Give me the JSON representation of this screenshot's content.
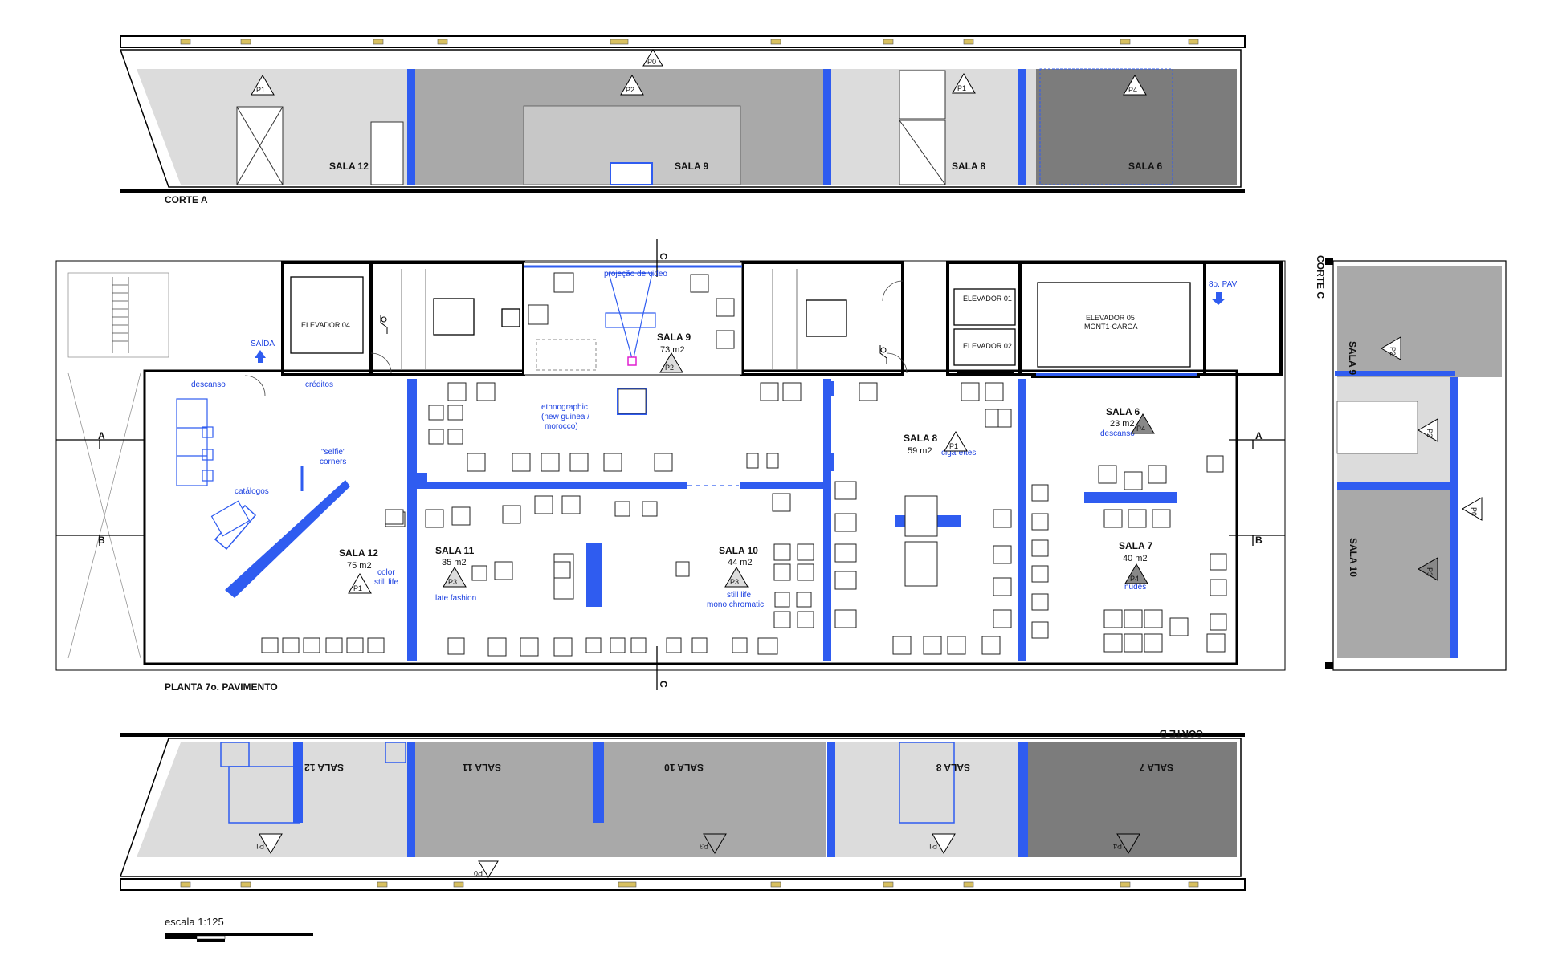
{
  "sections": {
    "corte_a": {
      "title": "CORTE A",
      "rooms": [
        "SALA 12",
        "SALA 9",
        "SALA 8",
        "SALA 6"
      ],
      "levels": [
        "P0",
        "P1",
        "P2",
        "P1",
        "P4"
      ]
    },
    "corte_b": {
      "title": "CORTE B",
      "rooms": [
        "SALA 12",
        "SALA 11",
        "SALA 10",
        "SALA 8",
        "SALA 7"
      ],
      "levels": [
        "P1",
        "P3",
        "P1",
        "P4",
        "P0"
      ]
    },
    "corte_c": {
      "title": "CORTE C",
      "rooms": [
        "SALA 9",
        "SALA 10"
      ],
      "levels": [
        "P2",
        "P2",
        "P0",
        "P3"
      ]
    }
  },
  "plan": {
    "title": "PLANTA 7o. PAVIMENTO",
    "section_marks": [
      "A",
      "A",
      "B",
      "B",
      "C",
      "C"
    ],
    "elevators": [
      "ELEVADOR 04",
      "ELEVADOR 01",
      "ELEVADOR 02",
      "ELEVADOR 05",
      "MONT1-CARGA"
    ],
    "exit_label": "SAÍDA",
    "next_floor_label": "8o. PAV",
    "notes": {
      "descanso": "descanso",
      "creditos": "créditos",
      "selfie": [
        "\"selfie\"",
        "corners"
      ],
      "catalogos": "catálogos",
      "projecao": "projeção de video",
      "ethnographic": [
        "ethnographic",
        "(new guinea /",
        "morocco)"
      ],
      "color_still_life": [
        "color",
        "still life"
      ],
      "late_fashion": "late fashion",
      "still_life_mono": [
        "still life",
        "mono chromatic"
      ],
      "cigarettes": "cigarettes",
      "descanso6": "descanso",
      "nudes": "nudes"
    },
    "rooms": [
      {
        "name": "SALA 12",
        "area": "75 m2",
        "level": "P1"
      },
      {
        "name": "SALA 11",
        "area": "35 m2",
        "level": "P3"
      },
      {
        "name": "SALA 9",
        "area": "73 m2",
        "level": "P2"
      },
      {
        "name": "SALA 10",
        "area": "44 m2",
        "level": "P3"
      },
      {
        "name": "SALA 8",
        "area": "59 m2",
        "level": "P1"
      },
      {
        "name": "SALA 6",
        "area": "23 m2",
        "level": "P4"
      },
      {
        "name": "SALA 7",
        "area": "40 m2",
        "level": "P4"
      }
    ]
  },
  "scale": {
    "label": "escala 1:125"
  },
  "colors": {
    "blue": "#2f5cf0",
    "light_gray": "#dcdcdc",
    "mid_gray": "#a9a9a9",
    "dark_gray": "#7c7c7c",
    "wall": "#000000"
  }
}
